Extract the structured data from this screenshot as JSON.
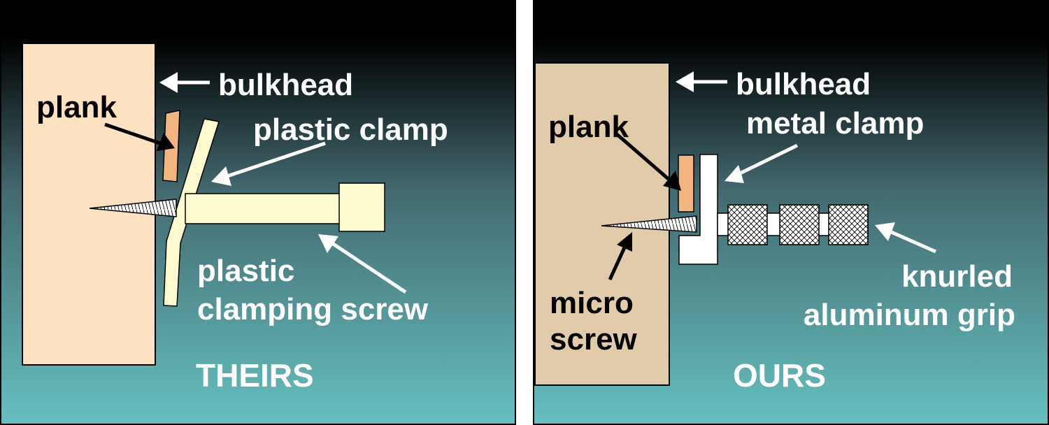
{
  "left_panel": {
    "label_plank": "plank",
    "label_bulkhead": "bulkhead",
    "label_clamp": "plastic clamp",
    "label_screw_line1": "plastic",
    "label_screw_line2": "clamping screw",
    "caption": "THEIRS"
  },
  "right_panel": {
    "label_plank": "plank",
    "label_bulkhead": "bulkhead",
    "label_clamp": "metal clamp",
    "label_screw_line1": "micro",
    "label_screw_line2": "screw",
    "label_grip_line1": "knurled",
    "label_grip_line2": "aluminum grip",
    "caption": "OURS"
  },
  "colors": {
    "background_top": "#000000",
    "background_bottom": "#66c0c0",
    "label_white": "#ffffff",
    "label_black": "#000000",
    "left_bulkhead": "#fde2c2",
    "right_bulkhead": "#e2cbaa",
    "plank": "#f2b57f",
    "plastic": "#fdfacf",
    "metal": "#ffffff"
  }
}
